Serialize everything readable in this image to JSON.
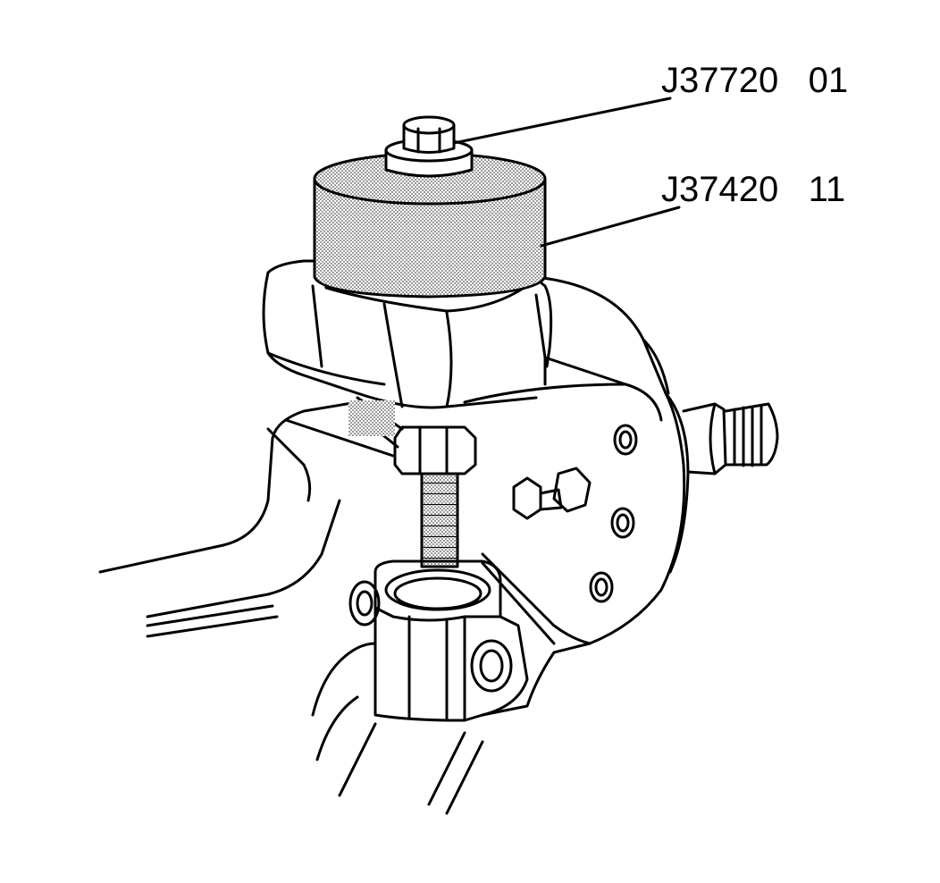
{
  "callouts": [
    {
      "part": "J37720",
      "number": "01"
    },
    {
      "part": "J37420",
      "number": "11"
    }
  ],
  "colors": {
    "line": "#000000",
    "background": "#ffffff",
    "stipple": "#8a8a8a"
  }
}
